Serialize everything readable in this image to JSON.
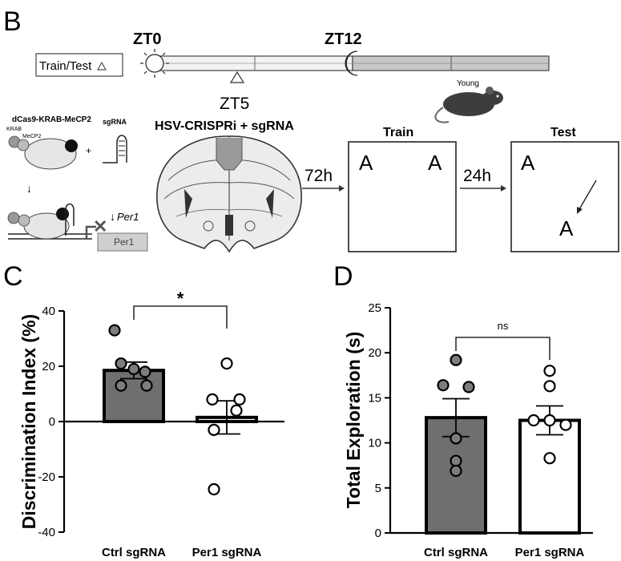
{
  "panels": {
    "B": {
      "letter": "B",
      "zt0": "ZT0",
      "zt12": "ZT12",
      "train_test_label": "Train/Test",
      "zt5": "ZT5",
      "young": "Young",
      "hsv": "HSV-CRISPRi + sgRNA",
      "dcas9": "dCas9-KRAB-MeCP2",
      "krab": "KRAB",
      "mecp2": "MeCP2",
      "sgrna": "sgRNA",
      "plus": "+",
      "per1_arrow": "Per1",
      "per1_gene": "Per1",
      "delay1": "72h",
      "delay2": "24h",
      "train": "Train",
      "test": "Test",
      "object": "A"
    },
    "C": {
      "letter": "C"
    },
    "D": {
      "letter": "D"
    }
  },
  "colors": {
    "ctrl_bar": "#6f6f6f",
    "per1_bar": "#ffffff",
    "ctrl_point": "#7d7d7d",
    "day_bar": "#f2f2f2",
    "night_bar": "#c8c8c8"
  },
  "chart_data": [
    {
      "panel": "C",
      "type": "bar",
      "categories": [
        "Ctrl sgRNA",
        "Per1 sgRNA"
      ],
      "values": [
        18.5,
        1.5
      ],
      "sem": [
        3.0,
        6.0
      ],
      "points": [
        [
          33,
          21,
          19,
          18,
          13,
          13
        ],
        [
          21,
          8,
          8,
          4,
          -3,
          -24.5
        ]
      ],
      "ylabel": "Discrimination Index (%)",
      "ylim": [
        -40,
        40
      ],
      "yticks": [
        -40,
        -20,
        0,
        20,
        40
      ],
      "significance": "*"
    },
    {
      "panel": "D",
      "type": "bar",
      "categories": [
        "Ctrl sgRNA",
        "Per1 sgRNA"
      ],
      "values": [
        12.8,
        12.5
      ],
      "sem": [
        2.1,
        1.6
      ],
      "points": [
        [
          19.2,
          16.4,
          16.2,
          10.5,
          8.0,
          6.9
        ],
        [
          18.0,
          16.3,
          12.5,
          12.5,
          12.0,
          8.3
        ]
      ],
      "ylabel": "Total Exploration (s)",
      "ylim": [
        0,
        25
      ],
      "yticks": [
        0,
        5,
        10,
        15,
        20,
        25
      ],
      "significance": "ns"
    }
  ]
}
